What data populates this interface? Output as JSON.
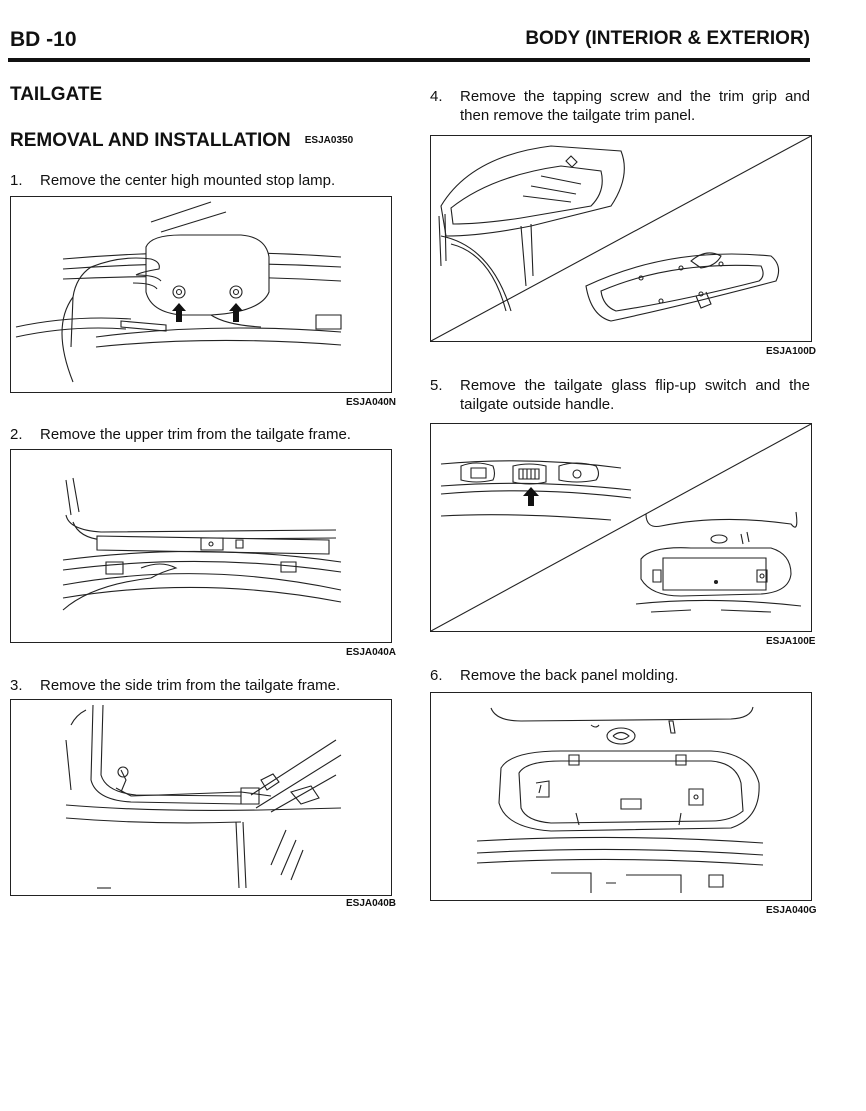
{
  "header": {
    "page_number": "BD -10",
    "section": "BODY (INTERIOR & EXTERIOR)"
  },
  "section_title": "TAILGATE",
  "subsection": {
    "title": "REMOVAL AND INSTALLATION",
    "code": "ESJA0350"
  },
  "steps": [
    {
      "num": "1.",
      "text": "Remove the center high mounted stop lamp.",
      "figure_code": "ESJA040N"
    },
    {
      "num": "2.",
      "text": "Remove the upper trim from the tailgate frame.",
      "figure_code": "ESJA040A"
    },
    {
      "num": "3.",
      "text": "Remove the side trim from the tailgate frame.",
      "figure_code": "ESJA040B"
    },
    {
      "num": "4.",
      "text": "Remove the tapping screw and the trim grip and then remove the tailgate trim panel.",
      "figure_code": "ESJA100D"
    },
    {
      "num": "5.",
      "text": "Remove the tailgate glass flip-up switch and the tailgate outside handle.",
      "figure_code": "ESJA100E"
    },
    {
      "num": "6.",
      "text": "Remove the back panel molding.",
      "figure_code": "ESJA040G"
    }
  ]
}
